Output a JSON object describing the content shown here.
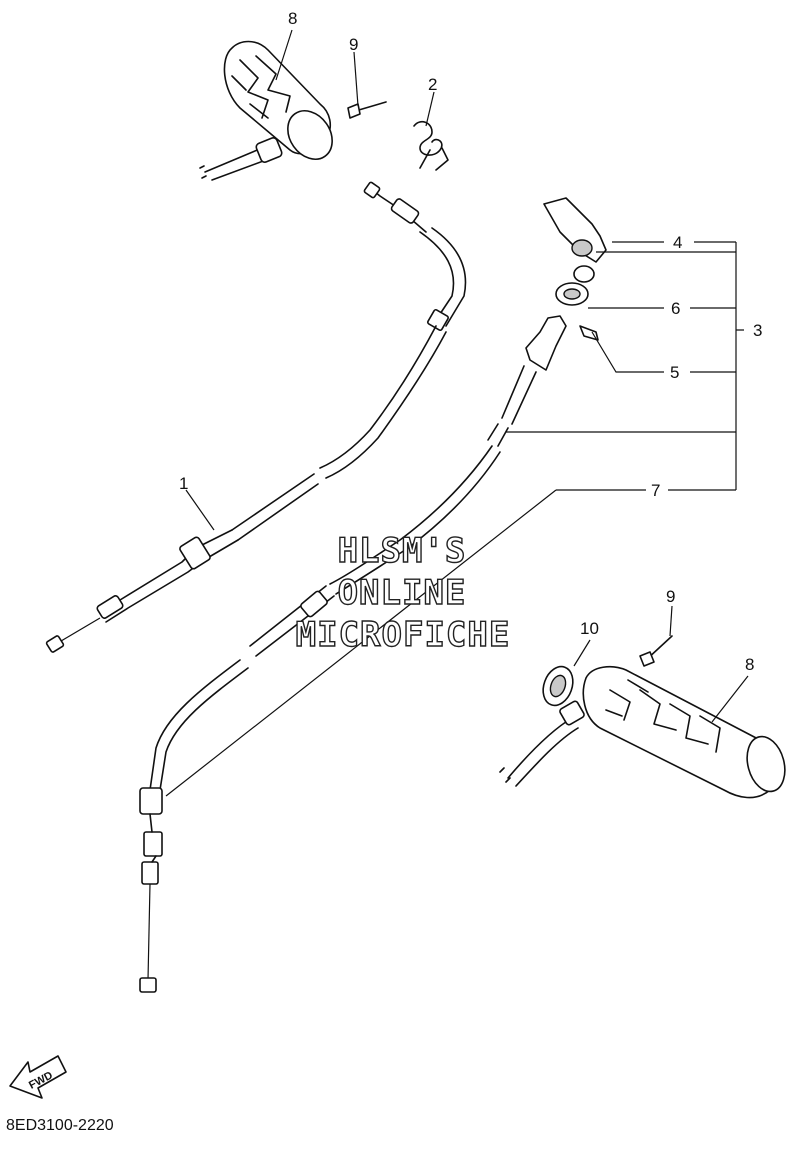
{
  "diagram": {
    "callouts": {
      "c1": "1",
      "c2": "2",
      "c3": "3",
      "c4": "4",
      "c5": "5",
      "c6": "6",
      "c7": "7",
      "c8_top": "8",
      "c8_right": "8",
      "c9_top": "9",
      "c9_right": "9",
      "c10": "10"
    },
    "watermark": {
      "line1": "HLSM'S",
      "line2": "ONLINE",
      "line3": "MICROFICHE"
    },
    "fwd_label": "FWD",
    "part_code": "8ED3100-2220"
  }
}
